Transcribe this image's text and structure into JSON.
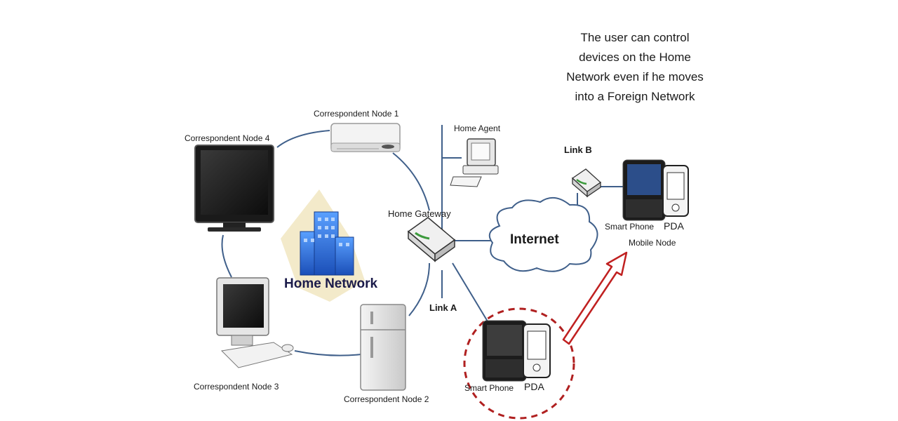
{
  "note": "The user can control devices on the Home Network even if he moves into a Foreign Network",
  "labels": {
    "cn1": "Correspondent Node 1",
    "cn2": "Correspondent Node 2",
    "cn3": "Correspondent Node 3",
    "cn4": "Correspondent Node 4",
    "home_agent": "Home Agent",
    "home_gateway": "Home Gateway",
    "home_network": "Home Network",
    "internet": "Internet",
    "link_a": "Link A",
    "link_b": "Link B",
    "smart_phone_foreign": "Smart Phone",
    "pda_foreign": "PDA",
    "mobile_node": "Mobile Node",
    "smart_phone_home": "Smart Phone",
    "pda_home": "PDA"
  },
  "colors": {
    "link": "#3f5f8a",
    "dashed_circle": "#b02020",
    "arrow": "#c02020",
    "building": "#2f6fd6"
  }
}
